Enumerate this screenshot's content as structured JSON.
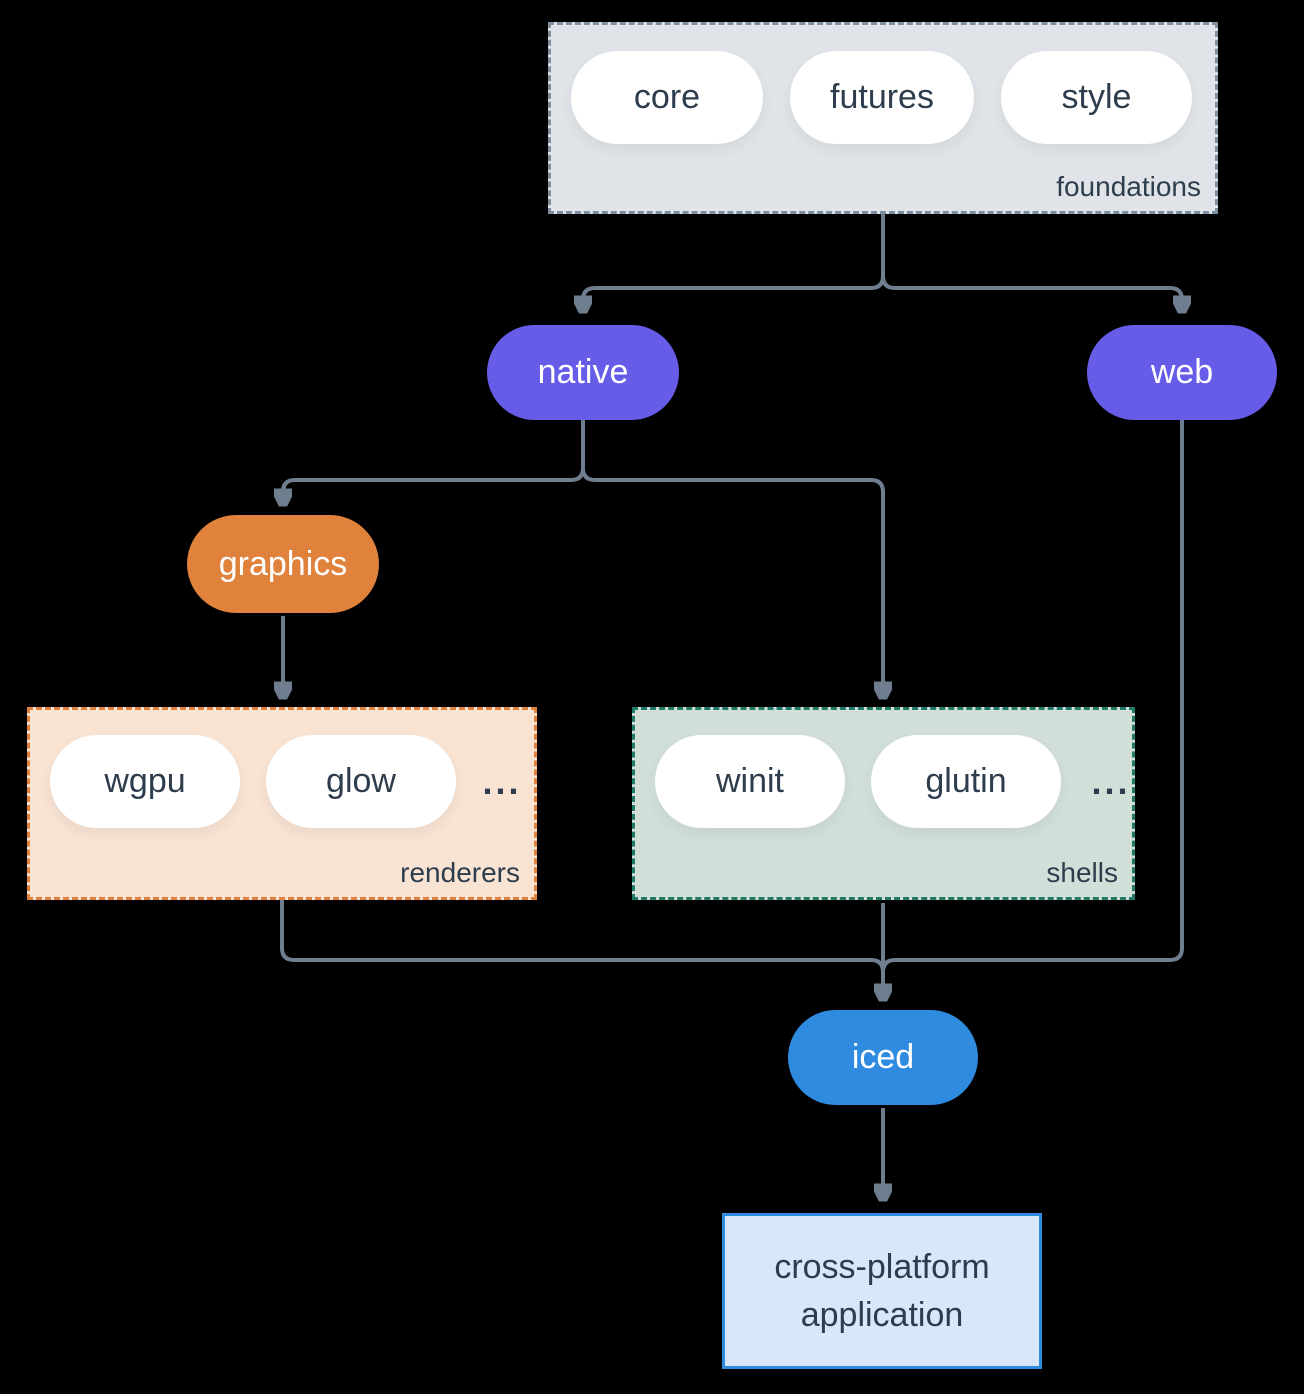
{
  "colors": {
    "bg": "#000000",
    "arrow": "#6e7e8e",
    "text-dark": "#2e3d4d",
    "purple": "#675ce8",
    "orange": "#e0823c",
    "blue": "#2e8bdf",
    "pill-white": "#ffffff",
    "foundations-bg": "#e0e4e8",
    "foundations-border": "#7e90a0",
    "renderers-bg": "#f9e3d3",
    "renderers-border": "#e0823c",
    "shells-bg": "#d2dfd9",
    "shells-border": "#1f7a68",
    "app-bg": "#d8e8f8",
    "app-border": "#2e8bdf"
  },
  "diagram": {
    "foundations": {
      "label": "foundations",
      "items": [
        {
          "label": "core"
        },
        {
          "label": "futures"
        },
        {
          "label": "style"
        }
      ]
    },
    "native": {
      "label": "native"
    },
    "web": {
      "label": "web"
    },
    "graphics": {
      "label": "graphics"
    },
    "renderers": {
      "label": "renderers",
      "items": [
        {
          "label": "wgpu"
        },
        {
          "label": "glow"
        }
      ],
      "more": "..."
    },
    "shells": {
      "label": "shells",
      "items": [
        {
          "label": "winit"
        },
        {
          "label": "glutin"
        }
      ],
      "more": "..."
    },
    "iced": {
      "label": "iced"
    },
    "application": {
      "label": "cross-platform application"
    }
  }
}
